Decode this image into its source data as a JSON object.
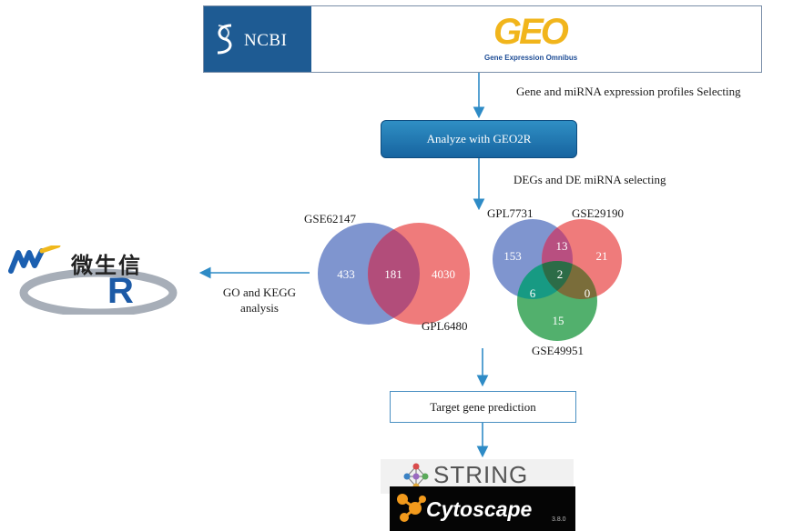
{
  "banner": {
    "ncbi_label": "NCBI",
    "geo_label": "GEO",
    "geo_subtitle": "Gene Expression Omnibus"
  },
  "steps": {
    "step1_note": "Gene and miRNA expression profiles Selecting",
    "geo2r_label": "Analyze with GEO2R",
    "step2_note": "DEGs and DE miRNA selecting",
    "enrichment_note_line1": "GO and KEGG",
    "enrichment_note_line2": "analysis",
    "target_label": "Target gene prediction"
  },
  "venn_two": {
    "set_a": "GSE62147",
    "set_b": "GPL6480",
    "only_a": "433",
    "overlap": "181",
    "only_b": "4030",
    "color_a": "#7f95cf",
    "color_b": "#ef7b7b"
  },
  "venn_three": {
    "set_a": "GPL7731",
    "set_b": "GSE29190",
    "set_c": "GSE49951",
    "only_a": "153",
    "ab": "13",
    "only_b": "21",
    "abc": "2",
    "ac": "6",
    "bc": "0",
    "only_c": "15",
    "color_a": "#7f95cf",
    "color_b": "#ef7b7b",
    "color_c": "#52b06d"
  },
  "logos": {
    "weishengxin": "微生信",
    "r_letter": "R",
    "string": "STRING",
    "cytoscape": "Cytoscape",
    "cytoscape_version": "3.8.0"
  },
  "colors": {
    "arrow": "#2e8bc6",
    "ncbi_blue": "#1e5b93",
    "geo_yellow": "#f1b51c"
  }
}
